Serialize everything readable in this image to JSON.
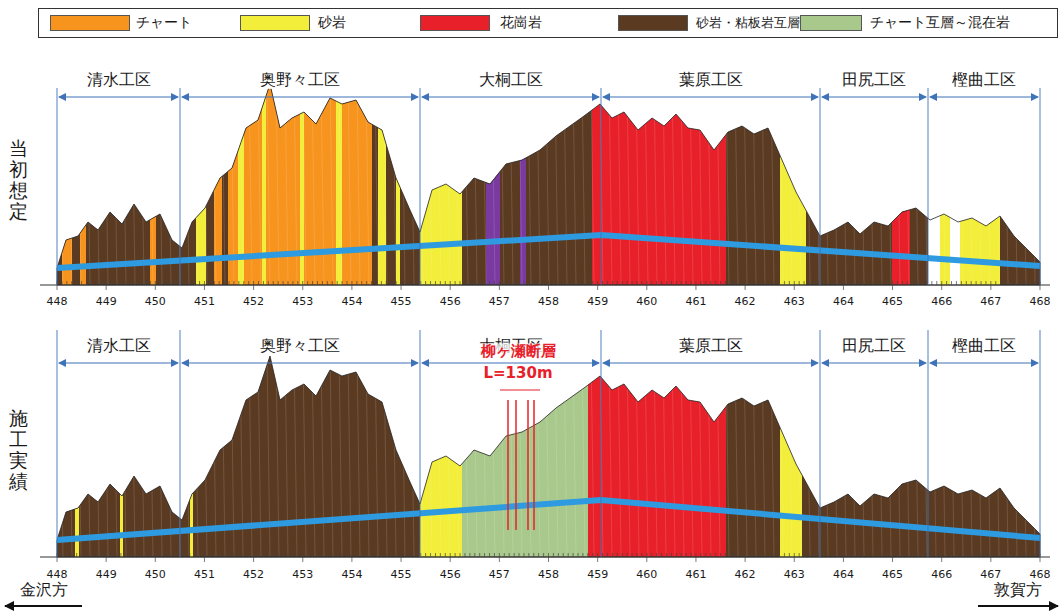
{
  "diagram": {
    "labels": [
      "清水工区",
      "奥野々工区",
      "大桐工区",
      "葉原工区",
      "田尻工区",
      "樫曲工区",
      "当初想定",
      "448",
      "449",
      "450",
      "451",
      "452",
      "453",
      "454",
      "455",
      "456",
      "457",
      "458",
      "459",
      "460",
      "461",
      "462",
      "463",
      "464",
      "465",
      "466",
      "467",
      "468",
      "清水工区",
      "奥野々工区",
      "大桐工区",
      "葉原工区",
      "田尻工区",
      "樫曲工区",
      "施工実績",
      "柳ヶ瀬断層",
      "L=130m",
      "448",
      "449",
      "450",
      "451",
      "452",
      "453",
      "454",
      "455",
      "456",
      "457",
      "458",
      "459",
      "460",
      "461",
      "462",
      "463",
      "464",
      "465",
      "466",
      "467",
      "468",
      "金沢方",
      "敦賀方"
    ],
    "legend": [
      {
        "text": "チャート",
        "color": "#f7941e"
      },
      {
        "text": "砂岩",
        "color": "#f2ee3a"
      },
      {
        "text": "花崗岩",
        "color": "#e8202a"
      },
      {
        "text": "砂岩・粘板岩互層",
        "color": "#5b3a22"
      },
      {
        "text": "チャート互層～混在岩",
        "color": "#a9c98c"
      }
    ]
  }
}
